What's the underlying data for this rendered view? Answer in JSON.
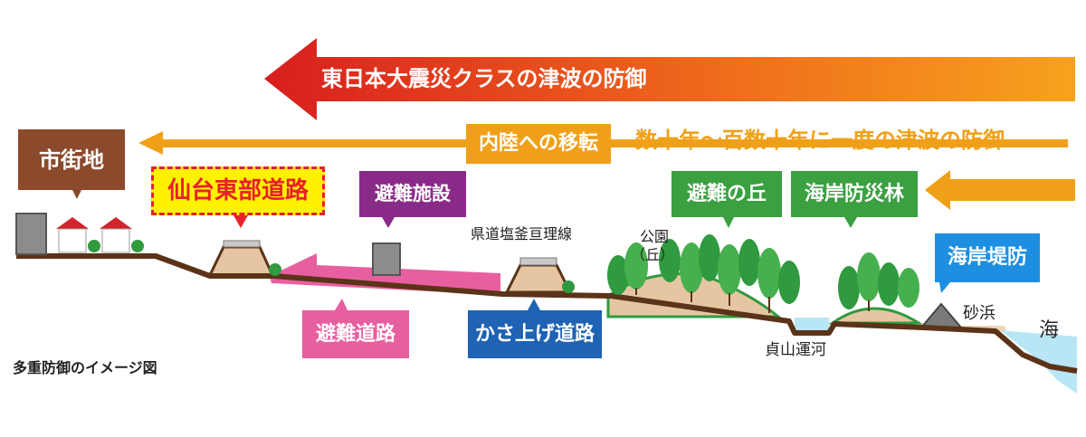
{
  "colors": {
    "ground": "#5b3318",
    "hill": "#e6c6a2",
    "tree": "#2f9a3f",
    "tree_light": "#46b04f",
    "evac_route": "#e85fa0",
    "sea": "#b8e6f5",
    "big_arrow_from": "#d81e1e",
    "big_arrow_to": "#f7a21d",
    "small_arrow": "#f0a018"
  },
  "arrows": {
    "big": "東日本大震災クラスの津波の防御",
    "small_box": "内陸への移転",
    "small_text": "数十年～百数十年に一度の津波の防御"
  },
  "labels": {
    "city": "市街地",
    "sendai_road": "仙台東部道路",
    "evac_facility": "避難施設",
    "evac_hill": "避難の丘",
    "coastal_forest": "海岸防災林",
    "seawall": "海岸堤防",
    "evac_road": "避難道路",
    "raised_road": "かさ上げ道路"
  },
  "texts": {
    "prefectural_road": "県道塩釜亘理線",
    "park_line1": "公園",
    "park_line2": "（丘）",
    "sand_beach": "砂浜",
    "sea": "海",
    "canal": "貞山運河",
    "caption": "多重防御のイメージ図"
  },
  "icons": [
    "house-icon",
    "tree-icon",
    "evacuation-building-icon",
    "seawall-block-icon"
  ]
}
